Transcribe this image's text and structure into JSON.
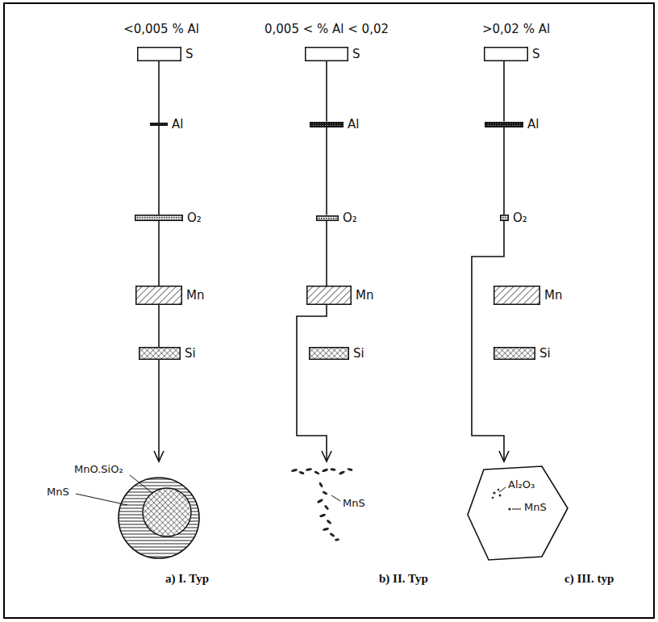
{
  "diagram": {
    "nodes": [
      {
        "text": [
          "S"
        ]
      },
      {
        "text": [
          "Al"
        ]
      },
      {
        "text": [
          "O₂"
        ]
      },
      {
        "text": [
          "Mn"
        ]
      },
      {
        "text": [
          "Si"
        ]
      },
      {
        "text": [
          "S"
        ]
      },
      {
        "text": [
          "Al"
        ]
      },
      {
        "text": [
          "O₂"
        ]
      },
      {
        "text": [
          "Mn"
        ]
      },
      {
        "text": [
          "Si"
        ]
      },
      {
        "text": [
          "S"
        ]
      },
      {
        "text": [
          "Al"
        ]
      },
      {
        "text": [
          "O₂"
        ]
      },
      {
        "text": [
          "Mn"
        ]
      },
      {
        "text": [
          "Si"
        ]
      }
    ],
    "edges": [
      {
        "from": 0,
        "to": 1,
        "arrow": "none"
      },
      {
        "from": 1,
        "to": 2,
        "arrow": "none"
      },
      {
        "from": 2,
        "to": 3,
        "arrow": "none"
      },
      {
        "from": 3,
        "to": 4,
        "arrow": "none"
      },
      {
        "from": 5,
        "to": 6,
        "arrow": "none"
      },
      {
        "from": 6,
        "to": 7,
        "arrow": "none"
      },
      {
        "from": 7,
        "to": 8,
        "arrow": "none"
      },
      {
        "from": 10,
        "to": 11,
        "arrow": "none"
      },
      {
        "from": 11,
        "to": 12,
        "arrow": "none"
      }
    ],
    "labels": [
      "<0,005 % Al",
      "0,005 < % Al < 0,02",
      ">0,02 % Al",
      "MnO.SiO₂",
      "MnS",
      "MnS",
      "Al₂O₃",
      "MnS",
      "a) I. Typ",
      "b) II. Typ",
      "c) III. typ"
    ]
  }
}
